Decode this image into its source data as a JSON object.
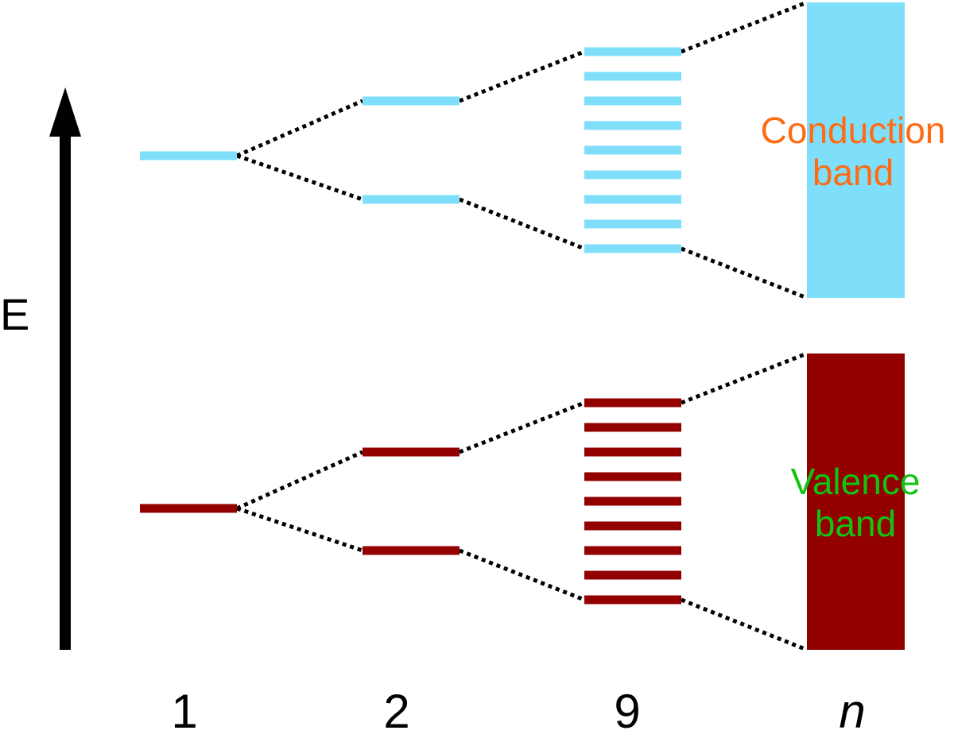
{
  "axis": {
    "label": "E"
  },
  "columns": [
    {
      "label": "1",
      "italic": false
    },
    {
      "label": "2",
      "italic": false
    },
    {
      "label": "9",
      "italic": false
    },
    {
      "label": "n",
      "italic": true
    }
  ],
  "conduction_band": {
    "label_line1": "Conduction",
    "label_line2": "band"
  },
  "valence_band": {
    "label_line1": "Valence",
    "label_line2": "band"
  },
  "colors": {
    "conduction": "#7fdffb",
    "valence": "#930000",
    "conduction_label": "#ff6a13",
    "valence_label": "#11c411",
    "axis": "#000000",
    "connector": "#000000"
  },
  "levels": {
    "single_atom": 1,
    "two_atoms": 2,
    "nine_atoms": 9
  }
}
